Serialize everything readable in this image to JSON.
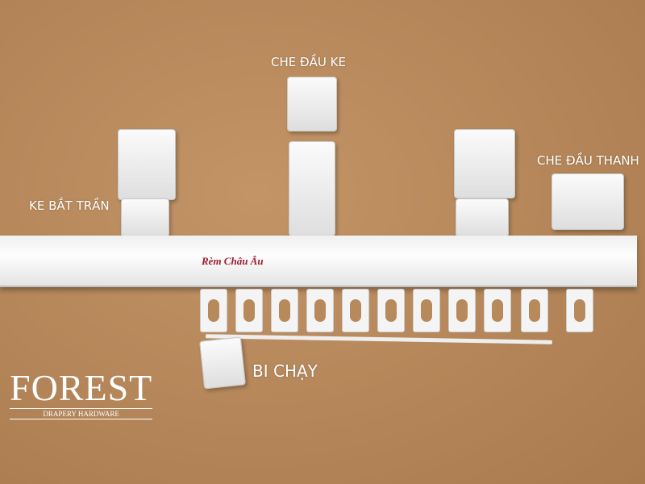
{
  "labels": {
    "end_cap_bracket": "CHE ĐẦU KE",
    "ceiling_bracket": "KE BẮT TRẦN",
    "rail_end_cap": "CHE ĐẦU THANH",
    "runners": "BI CHẠY"
  },
  "rail_text": "Rèm Châu Âu",
  "logo": {
    "main": "FOREST",
    "sub": "DRAPERY HARDWARE"
  },
  "colors": {
    "background": "#b88a5c",
    "rail_text": "#9c1a2c"
  }
}
